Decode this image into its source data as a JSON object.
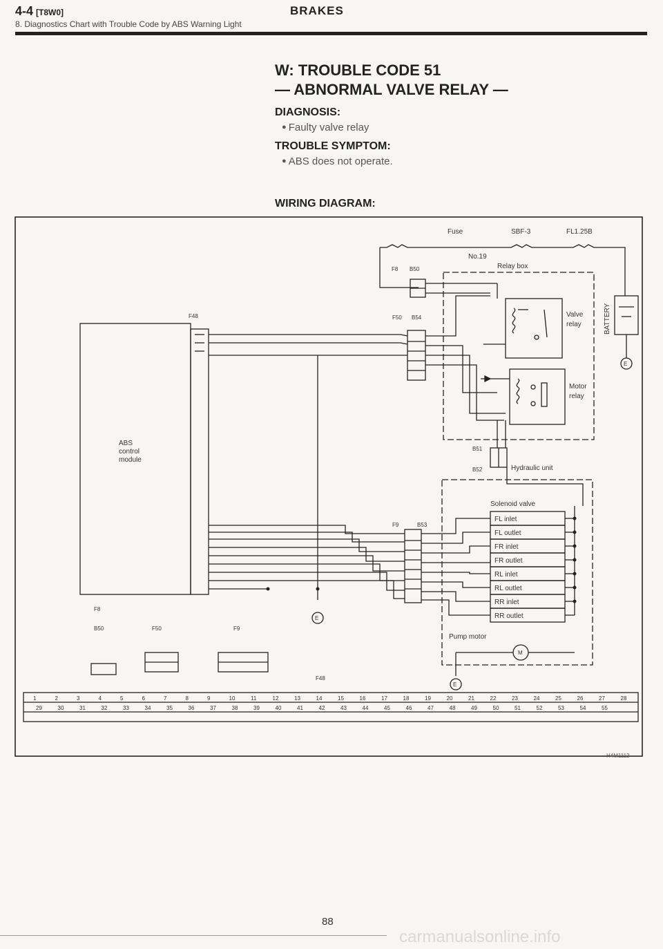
{
  "header": {
    "section_number": "4-4",
    "section_code": "[T8W0]",
    "title": "BRAKES",
    "subtitle": "8. Diagnostics Chart with Trouble Code by ABS Warning Light"
  },
  "main": {
    "heading_line1": "W: TROUBLE CODE 51",
    "heading_line2": "— ABNORMAL VALVE RELAY —",
    "diagnosis_label": "DIAGNOSIS:",
    "diagnosis_item": "Faulty valve relay",
    "symptom_label": "TROUBLE SYMPTOM:",
    "symptom_item": "ABS does not operate.",
    "wiring_label": "WIRING DIAGRAM:"
  },
  "diagram": {
    "fuse": "Fuse",
    "fuse_no": "No.19",
    "sbf": "SBF-3",
    "fl": "FL1.25B",
    "relay_box": "Relay box",
    "valve_relay_1": "Valve",
    "valve_relay_2": "relay",
    "motor_relay_1": "Motor",
    "motor_relay_2": "relay",
    "battery": "BATTERY",
    "abs_module_1": "ABS",
    "abs_module_2": "control",
    "abs_module_3": "module",
    "hydraulic_unit": "Hydraulic unit",
    "solenoid_valve": "Solenoid valve",
    "solenoids": [
      "FL inlet",
      "FL outlet",
      "FR inlet",
      "FR outlet",
      "RL inlet",
      "RL outlet",
      "RR inlet",
      "RR outlet"
    ],
    "pump_motor": "Pump motor",
    "connectors": {
      "f8": "F8",
      "b50": "B50",
      "f48": "F48",
      "f50": "F50",
      "b54": "B54",
      "b51": "B51",
      "b52": "B52",
      "f9": "F9",
      "b53": "B53",
      "e": "E",
      "m": "M"
    },
    "ground_symbol": "E",
    "terminal_row1": [
      "1",
      "2",
      "3",
      "4",
      "5",
      "6",
      "7",
      "8",
      "9",
      "10",
      "11",
      "12",
      "13",
      "14",
      "15",
      "16",
      "17",
      "18",
      "19",
      "20",
      "21",
      "22",
      "23",
      "24",
      "25",
      "26",
      "27",
      "28"
    ],
    "terminal_row2": [
      "29",
      "30",
      "31",
      "32",
      "33",
      "34",
      "35",
      "36",
      "37",
      "38",
      "39",
      "40",
      "41",
      "42",
      "43",
      "44",
      "45",
      "46",
      "47",
      "48",
      "49",
      "50",
      "51",
      "52",
      "53",
      "54",
      "55"
    ]
  },
  "image_code": "H4M1112",
  "page_number": "88",
  "watermark": "carmanualsonline.info"
}
